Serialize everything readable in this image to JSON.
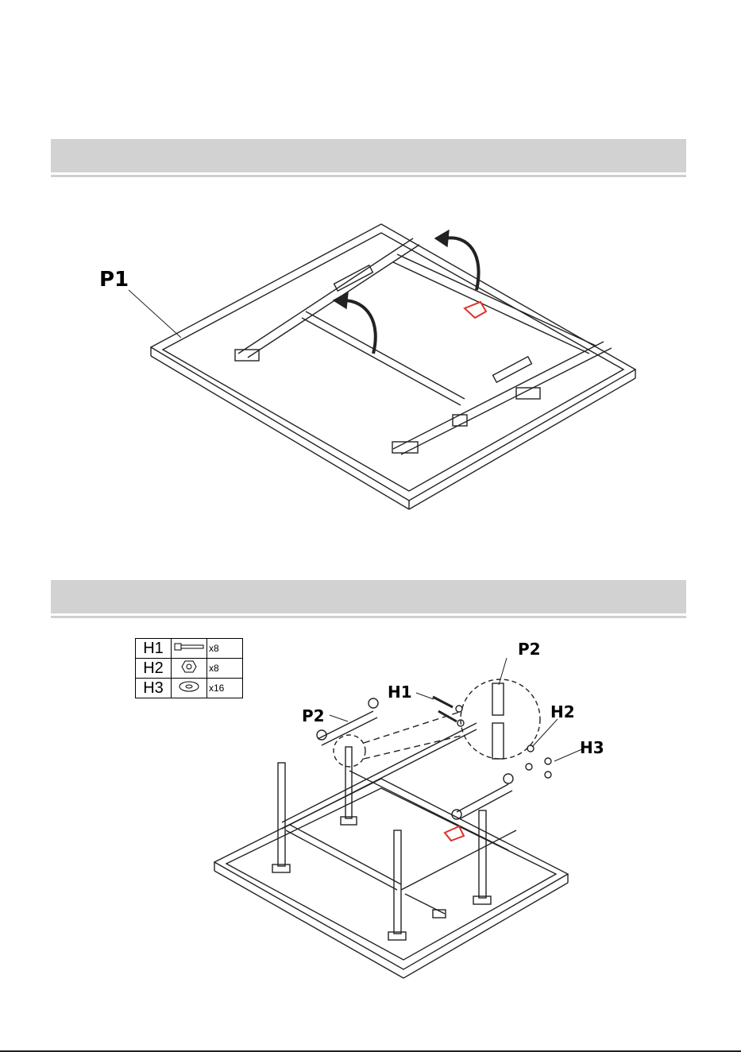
{
  "step1": {
    "part_label": "P1"
  },
  "step2": {
    "hardware": [
      {
        "code": "H1",
        "icon": "bolt-icon",
        "qty": "x8"
      },
      {
        "code": "H2",
        "icon": "nut-icon",
        "qty": "x8"
      },
      {
        "code": "H3",
        "icon": "washer-icon",
        "qty": "x16"
      }
    ],
    "callouts": {
      "p2_main": "P2",
      "p2_detail": "P2",
      "h1": "H1",
      "h2": "H2",
      "h3": "H3"
    }
  },
  "colors": {
    "header_band": "#d2d2d2",
    "latch_highlight": "#e0302a"
  }
}
